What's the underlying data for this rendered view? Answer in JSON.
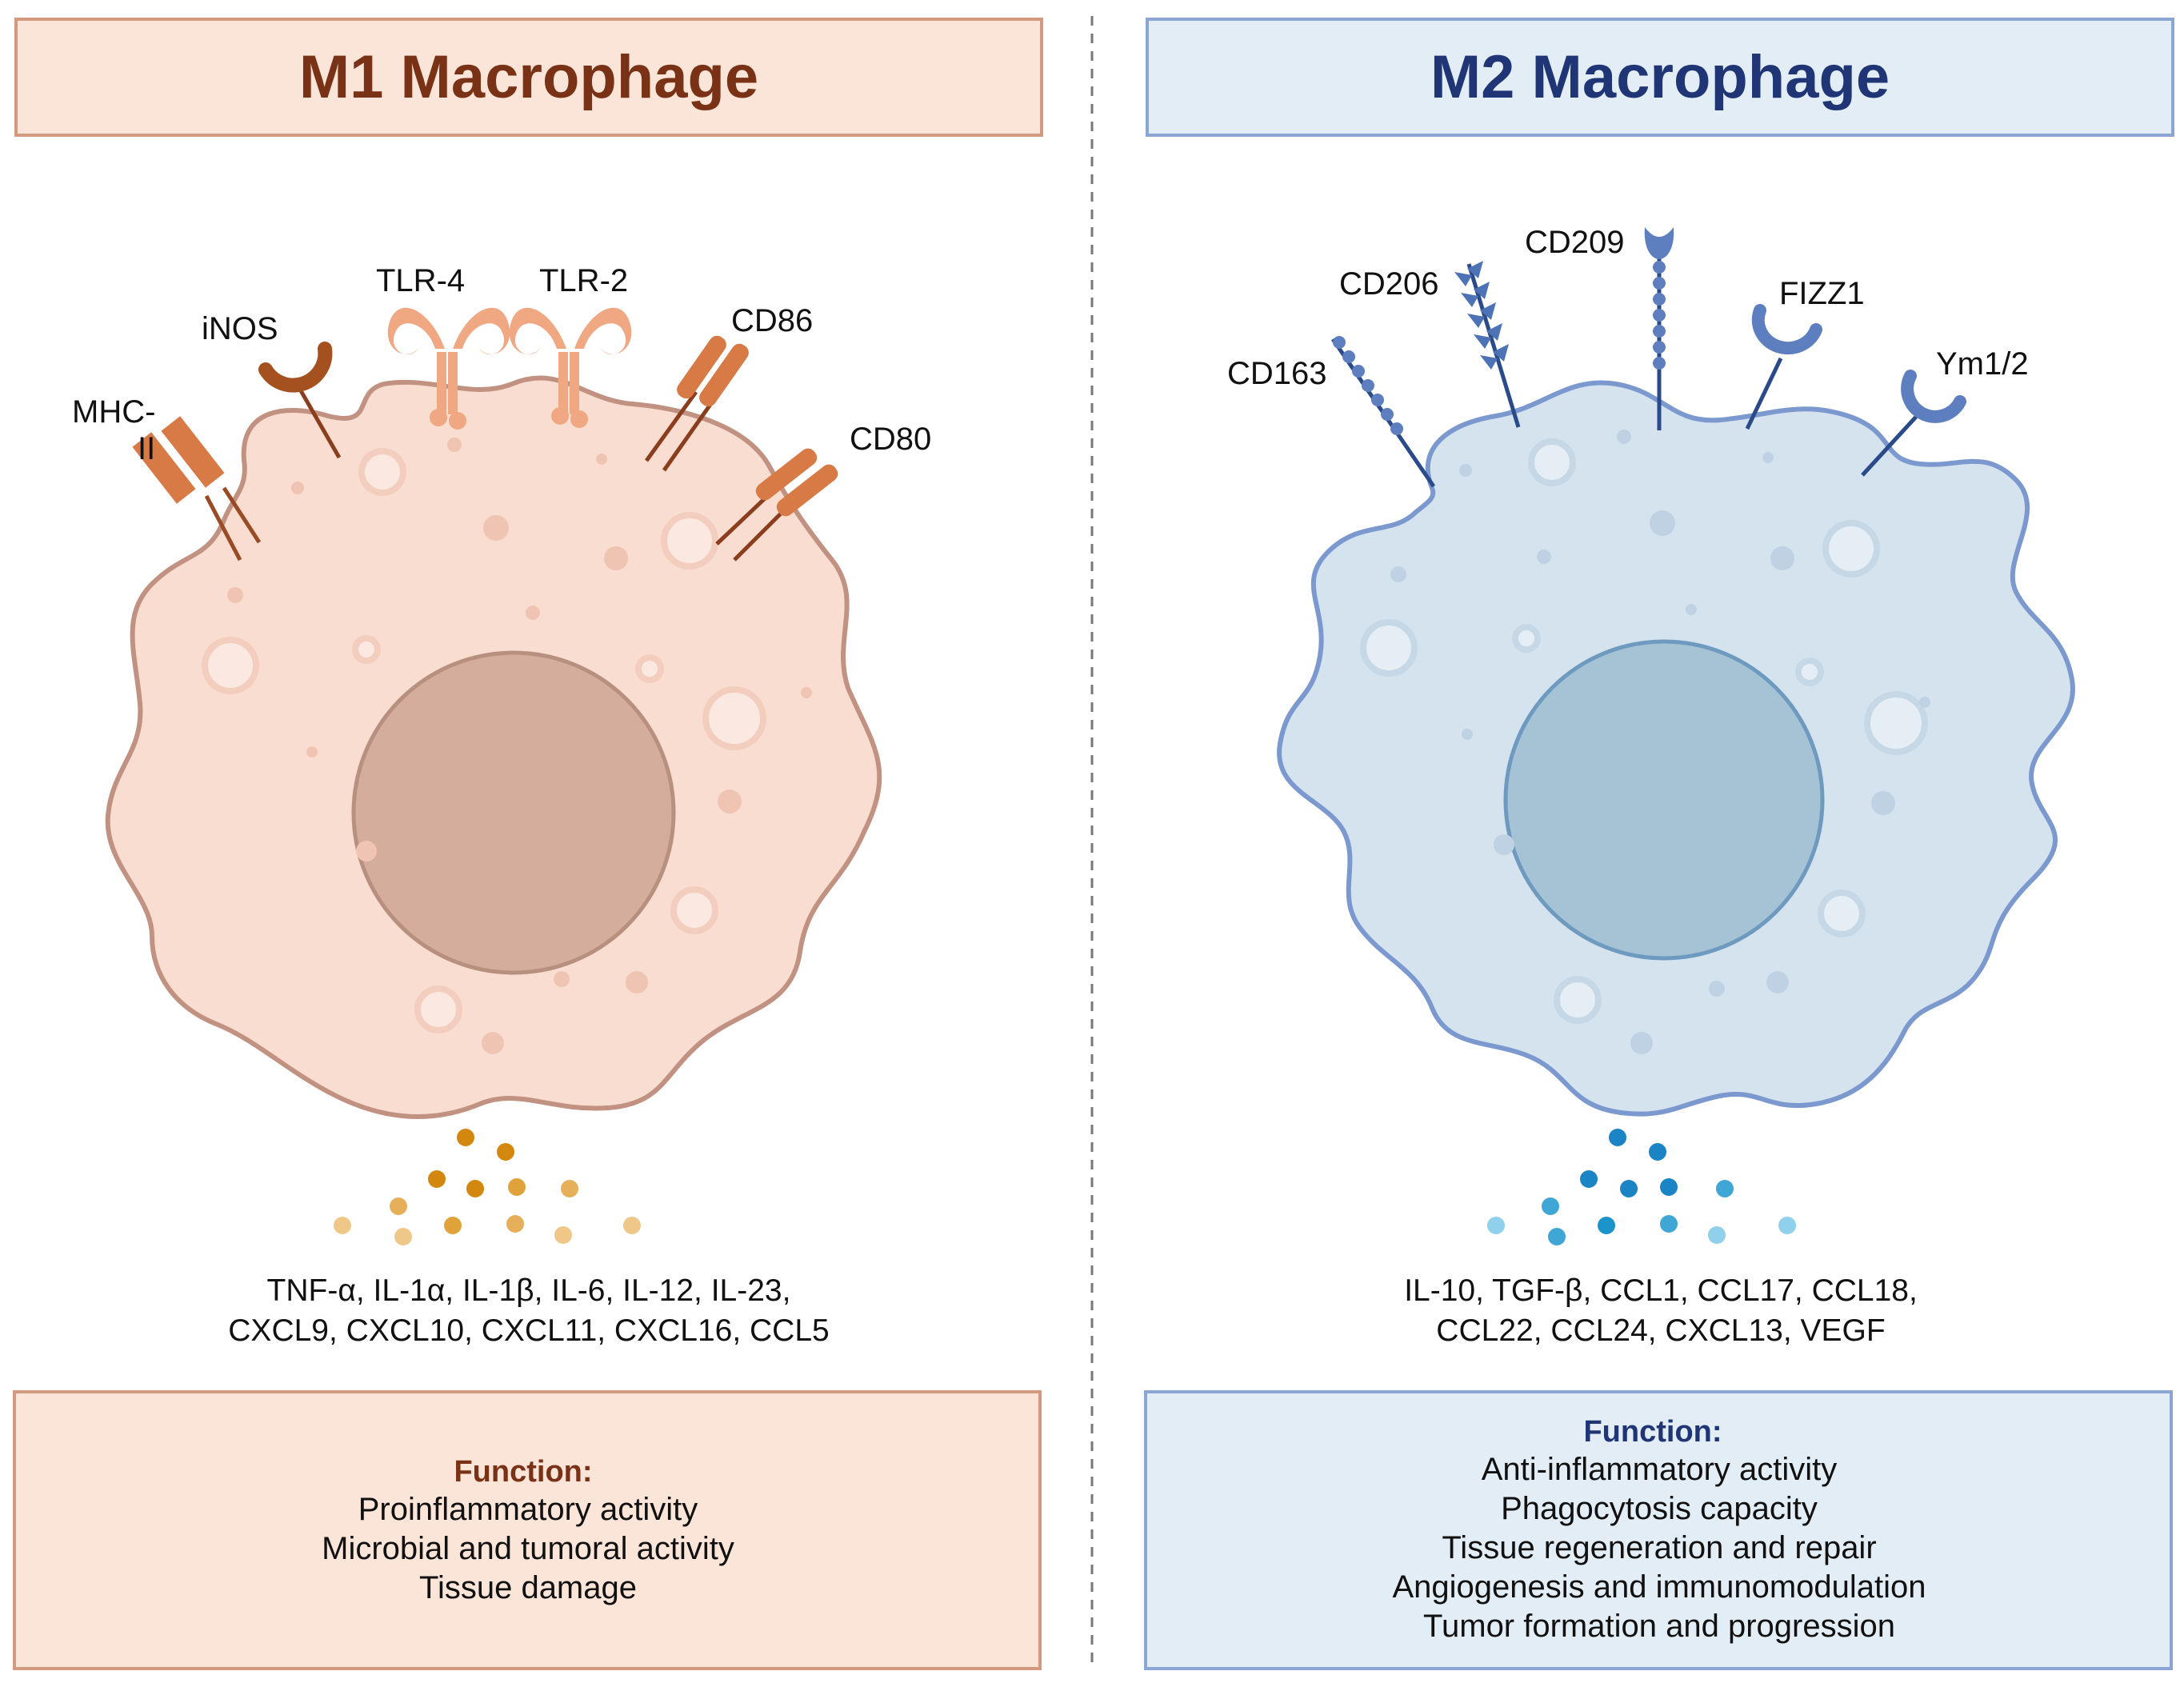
{
  "m1": {
    "title": "M1 Macrophage",
    "receptors": {
      "mhc_line1": "MHC-",
      "mhc_line2": "II",
      "inos": "iNOS",
      "tlr4": "TLR-4",
      "tlr2": "TLR-2",
      "cd86": "CD86",
      "cd80": "CD80"
    },
    "cytokines_line1": "TNF-α, IL-1α, IL-1β, IL-6, IL-12, IL-23,",
    "cytokines_line2": "CXCL9, CXCL10, CXCL11, CXCL16, CCL5",
    "function_heading": "Function:",
    "functions": [
      "Proinflammatory activity",
      "Microbial and tumoral activity",
      "Tissue damage"
    ]
  },
  "m2": {
    "title": "M2 Macrophage",
    "receptors": {
      "cd163": "CD163",
      "cd206": "CD206",
      "cd209": "CD209",
      "fizz1": "FIZZ1",
      "ym": "Ym1/2"
    },
    "cytokines_line1": "IL-10, TGF-β, CCL1, CCL17, CCL18,",
    "cytokines_line2": "CCL22, CCL24, CXCL13, VEGF",
    "function_heading": "Function:",
    "functions": [
      "Anti-inflammatory activity",
      "Phagocytosis capacity",
      "Tissue regeneration and repair",
      "Angiogenesis and immunomodulation",
      "Tumor formation and progression"
    ]
  },
  "colors": {
    "m1_title": "#7a3217",
    "m1_fill": "#f8ddd0",
    "m1_box": "#fbe4d8",
    "m1_border": "#d49a80",
    "m1_nucleus": "#d4ad9d",
    "m1_receptor": "#d77a45",
    "m2_title": "#1f3576",
    "m2_fill": "#d5e3ee",
    "m2_box": "#e3edf5",
    "m2_border": "#8ba6d2",
    "m2_nucleus": "#a6c2d5",
    "m2_receptor": "#5d7fbf"
  }
}
